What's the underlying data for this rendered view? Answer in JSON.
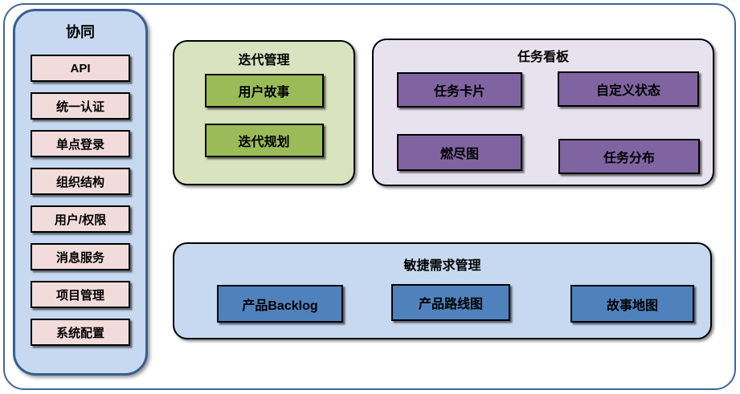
{
  "sidebar": {
    "title": "协同",
    "items": [
      "API",
      "统一认证",
      "单点登录",
      "组织结构",
      "用户/权限",
      "消息服务",
      "项目管理",
      "系统配置"
    ]
  },
  "groups": [
    {
      "title": "迭代管理",
      "items": [
        "用户故事",
        "迭代规划"
      ]
    },
    {
      "title": "任务看板",
      "items": [
        "任务卡片",
        "自定义状态",
        "燃尽图",
        "任务分布"
      ]
    },
    {
      "title": "敏捷需求管理",
      "items": [
        "产品Backlog",
        "产品路线图",
        "故事地图"
      ]
    }
  ],
  "colors": {
    "frame_border": "#3e6898",
    "sidebar_bg": "#c7d9f0",
    "sidebar_border": "#365f91",
    "sidebar_item_bg": "#f2dcdb",
    "iteration_group_bg": "#d9e3c0",
    "iteration_item_bg": "#9bbb59",
    "kanban_group_bg": "#e7e3ee",
    "kanban_item_bg": "#8064a2",
    "agile_group_bg": "#c7d9f0",
    "agile_item_bg": "#4f81bd",
    "item_border": "#000000",
    "text": "#000000"
  }
}
